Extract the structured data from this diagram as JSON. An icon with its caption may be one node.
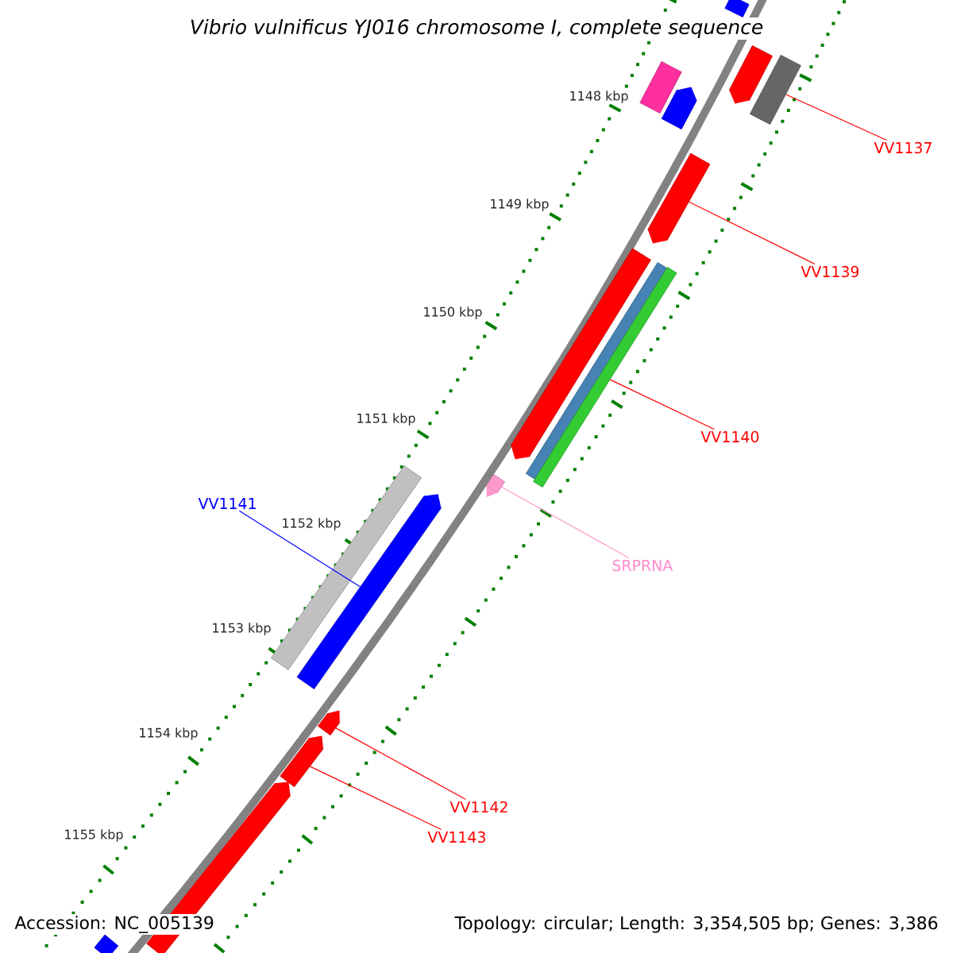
{
  "diagram": {
    "title": "Vibrio vulnificus YJ016 chromosome I, complete sequence",
    "nodes": [
      {
        "text": [
          "VV1137"
        ]
      },
      {
        "text": [
          "VV1139"
        ]
      },
      {
        "text": [
          "VV1140"
        ]
      },
      {
        "text": [
          "VV1141"
        ]
      },
      {
        "text": [
          "SRPRNA"
        ]
      },
      {
        "text": [
          "VV1142"
        ]
      },
      {
        "text": [
          "VV1143"
        ]
      },
      {
        "text": [],
        "shape": "bar"
      },
      {
        "text": [],
        "shape": "bar"
      },
      {
        "text": [],
        "shape": "bar"
      },
      {
        "text": [],
        "shape": "bar"
      },
      {
        "text": [],
        "shape": "bar"
      },
      {
        "text": [],
        "shape": "bar"
      },
      {
        "text": [],
        "shape": "bar"
      },
      {
        "text": [],
        "shape": "bar"
      },
      {
        "text": [],
        "shape": "bar"
      },
      {
        "text": [],
        "shape": "bar"
      },
      {
        "text": [],
        "shape": "bar"
      },
      {
        "text": [],
        "shape": "bar"
      },
      {
        "text": [],
        "shape": "bar"
      },
      {
        "text": [],
        "shape": "bar"
      },
      {
        "text": [],
        "shape": "bar"
      },
      {
        "text": [],
        "shape": "bar"
      }
    ],
    "edges": [
      {
        "from": 0,
        "to": 9,
        "arrow": "none"
      },
      {
        "from": 1,
        "to": 12,
        "arrow": "none"
      },
      {
        "from": 2,
        "to": 15,
        "arrow": "none"
      },
      {
        "from": 3,
        "to": 18,
        "arrow": "none",
        "color": "#0000ff"
      },
      {
        "from": 4,
        "to": 17,
        "arrow": "none",
        "color": "#ff99cc"
      },
      {
        "from": 5,
        "to": 19,
        "arrow": "none"
      },
      {
        "from": 6,
        "to": 20,
        "arrow": "none"
      }
    ],
    "labels": [
      "1148 kbp",
      "1149 kbp",
      "1150 kbp",
      "1151 kbp",
      "1152 kbp",
      "1153 kbp",
      "1154 kbp",
      "1155 kbp",
      "Accession: NC_005139",
      "Topology: circular; Length: 3,354,505 bp; Genes: 3,386"
    ]
  }
}
